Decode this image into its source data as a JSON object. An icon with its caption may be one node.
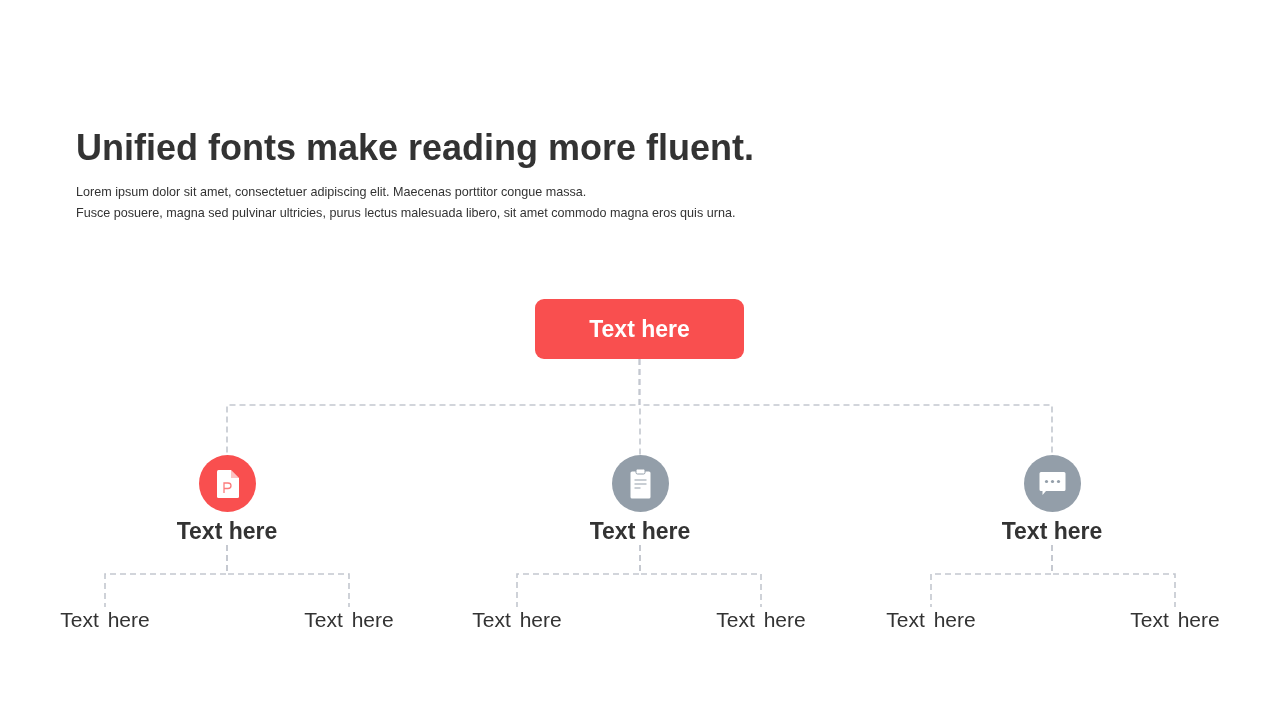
{
  "diagram": {
    "title": "Unified fonts make reading more fluent.",
    "nodes": [
      {
        "text": [
          "Text here"
        ]
      },
      {
        "text": [
          "Text here"
        ]
      },
      {
        "text": [
          "Text here"
        ]
      },
      {
        "text": [
          "Text here"
        ]
      },
      {
        "text": [
          "Text here"
        ]
      },
      {
        "text": [
          "Text here"
        ]
      },
      {
        "text": [
          "Text here"
        ]
      },
      {
        "text": [
          "Text here"
        ]
      },
      {
        "text": [
          "Text here"
        ]
      },
      {
        "text": [
          "Text here"
        ]
      }
    ],
    "edges": [
      {
        "from": 0,
        "to": 1,
        "arrow": "none",
        "style": "dashed"
      },
      {
        "from": 0,
        "to": 2,
        "arrow": "none",
        "style": "dashed"
      },
      {
        "from": 0,
        "to": 3,
        "arrow": "none",
        "style": "dashed"
      },
      {
        "from": 1,
        "to": 4,
        "arrow": "none",
        "style": "dashed"
      },
      {
        "from": 1,
        "to": 5,
        "arrow": "none",
        "style": "dashed"
      },
      {
        "from": 2,
        "to": 6,
        "arrow": "none",
        "style": "dashed"
      },
      {
        "from": 2,
        "to": 7,
        "arrow": "none",
        "style": "dashed"
      },
      {
        "from": 3,
        "to": 8,
        "arrow": "none",
        "style": "dashed"
      },
      {
        "from": 3,
        "to": 9,
        "arrow": "none",
        "style": "dashed"
      }
    ],
    "labels": [
      "Lorem ipsum dolor sit amet, consectetuer adipiscing elit. Maecenas porttitor congue massa.",
      "Fusce posuere, magna sed pulvinar ultricies, purus lectus malesuada libero, sit amet commodo magna eros quis urna."
    ]
  }
}
